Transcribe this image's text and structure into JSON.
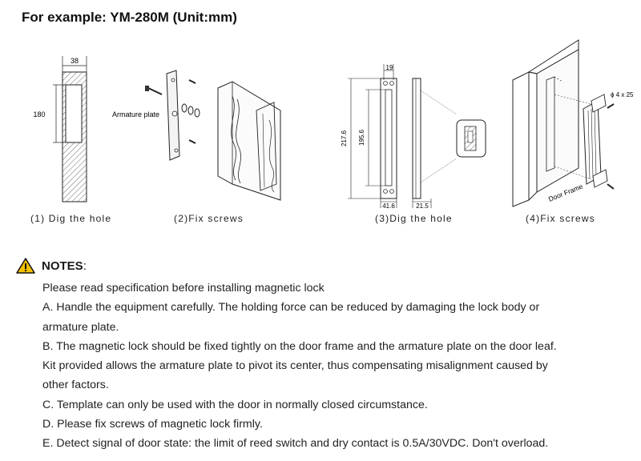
{
  "heading": "For example: YM-280M (Unit:mm)",
  "figures": {
    "fig1": {
      "caption": "(1) Dig the hole",
      "dim_width": "38",
      "dim_height": "180"
    },
    "fig2": {
      "caption": "(2)Fix screws",
      "label": "Armature plate"
    },
    "fig3": {
      "caption": "(3)Dig the hole",
      "dim_top": "19",
      "dim_outer": "217.6",
      "dim_inner": "195.6",
      "dim_bottom": "41.6",
      "dim_side": "21.5"
    },
    "fig4": {
      "caption": "(4)Fix screws",
      "screw_label": "ϕ 4 x 25",
      "frame_label": "Door Frame"
    }
  },
  "notes": {
    "title": "NOTES",
    "colon": ":",
    "lines": [
      "Please read specification before installing magnetic lock",
      "A. Handle the equipment carefully. The holding force can be reduced by damaging the lock body or",
      "armature plate.",
      "B. The magnetic lock should be fixed tightly on the door frame and the armature plate on the door leaf.",
      "Kit provided allows the armature plate to pivot its center, thus compensating misalignment caused by",
      "other factors.",
      "C. Template can only be used with the door in normally closed circumstance.",
      "D. Please fix screws of magnetic lock firmly.",
      "E. Detect signal of door state: the limit of reed switch and dry contact is 0.5A/30VDC. Don't overload."
    ]
  }
}
